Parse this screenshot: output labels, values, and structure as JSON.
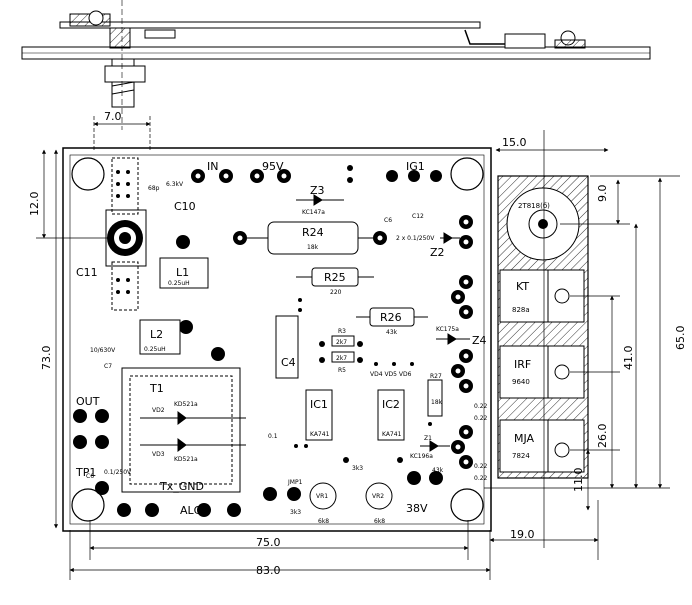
{
  "dimensions": {
    "d7": "7.0",
    "d15": "15.0",
    "d9": "9.0",
    "d12": "12.0",
    "d73": "73.0",
    "d65": "65.0",
    "d41": "41.0",
    "d26": "26.0",
    "d11": "11.0",
    "d19": "19.0",
    "d75": "75.0",
    "d83": "83.0"
  },
  "labels": {
    "in": "IN",
    "v95": "95V",
    "ig1": "IG1",
    "c10": "C10",
    "c11": "C11",
    "l1": "L1",
    "l1val": "0.25uH",
    "l2": "L2",
    "l2val": "0.25uH",
    "r24": "R24",
    "r24val": "18k",
    "r25": "R25",
    "r25val": "220",
    "r26": "R26",
    "r26val": "43k",
    "z2": "Z2",
    "z3": "Z3",
    "z4": "Z4",
    "kc147a": "KC147a",
    "kc175a": "KC175a",
    "c6v": "2 x 0.1/250V",
    "c12": "C12",
    "t1": "T1",
    "vd2": "VD2",
    "vd3": "VD3",
    "kd521a_1": "KD521a",
    "kd521a_2": "KD521a",
    "ic1": "IC1",
    "ic2": "IC2",
    "ka741_1": "KA741",
    "ka741_2": "KA741",
    "c4": "C4",
    "out": "OUT",
    "tp1": "TP1",
    "txgnd": "Tx_GND",
    "alc": "ALC",
    "v38": "38V",
    "vr1": "VR1",
    "vr2": "VR2",
    "vr_val1": "6k8",
    "vr_val2": "6k8",
    "irf": "IRF",
    "irf_num": "9640",
    "kt": "KT",
    "kt_num": "828a",
    "mja": "MJA",
    "mja_num": "7824",
    "to_label": "2T818(б)",
    "c6": "C6",
    "c7": "C7",
    "c7val": "10/630V",
    "c6val": "0.1/250V",
    "c63v": "6.3kV",
    "c68p": "68p",
    "vd_row": "VD4 VD5 VD6",
    "jmp1": "JMP1",
    "r27": "R27",
    "r27val": "18k",
    "z1": "Z1",
    "kc196a": "KC196a",
    "r3": "R3",
    "r5": "R5",
    "r3val": "2k7",
    "r5val": "2k7",
    "c01": "0.1",
    "c022a": "0.22",
    "c022b": "0.22",
    "c022c": "0.22",
    "c022d": "0.22",
    "k43": "43k",
    "k3k3": "3k3",
    "k33": "3k3"
  }
}
